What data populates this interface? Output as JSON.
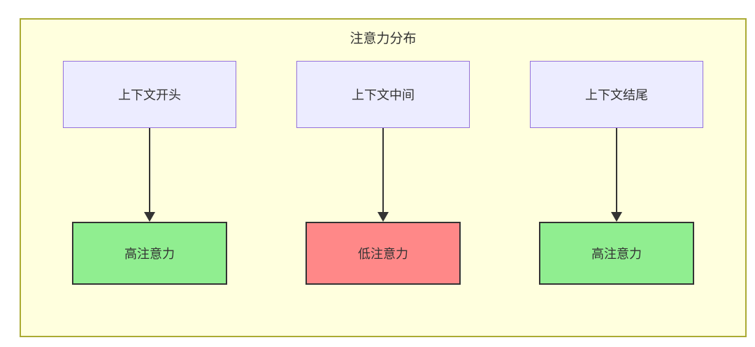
{
  "diagram": {
    "title": "注意力分布",
    "columns": [
      {
        "source": "上下文开头",
        "target": "高注意力",
        "level": "high"
      },
      {
        "source": "上下文中间",
        "target": "低注意力",
        "level": "low"
      },
      {
        "source": "上下文结尾",
        "target": "高注意力",
        "level": "high"
      }
    ],
    "colors": {
      "cluster_fill": "#ffffde",
      "cluster_border": "#aaaa33",
      "source_fill": "#ECECFF",
      "source_border": "#9370DB",
      "high_attention_fill": "#90EE90",
      "low_attention_fill": "#ff8888",
      "node_border_dark": "#333333",
      "arrow": "#333333",
      "text": "#333333"
    }
  }
}
